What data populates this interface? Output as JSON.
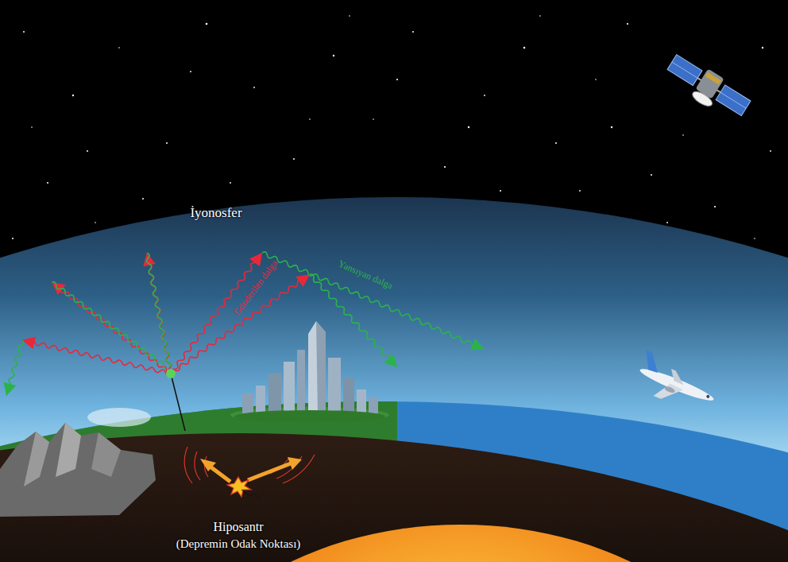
{
  "diagram": {
    "labels": [
      "İyonosfer",
      "Gönderilen dalga",
      "Yansıyan dalga",
      "Hiposantr",
      "(Depremin Odak Noktası)"
    ]
  }
}
